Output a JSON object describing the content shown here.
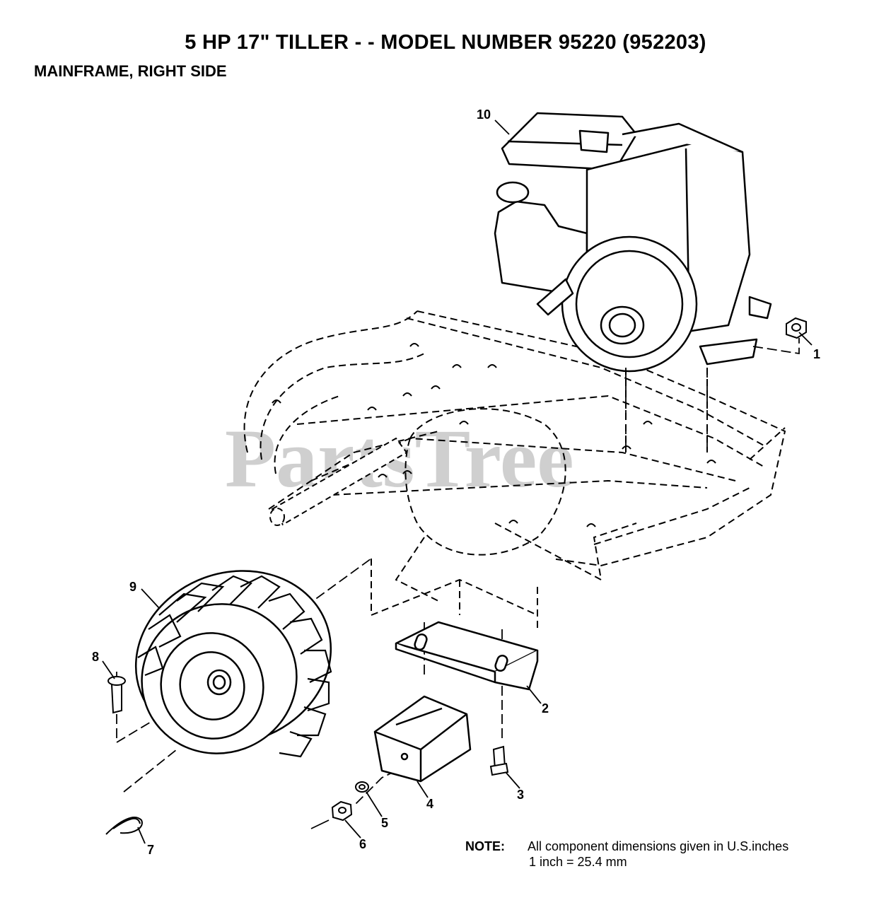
{
  "header": {
    "title": "5 HP 17\" TILLER - - MODEL NUMBER 95220 (952203)",
    "subtitle": "MAINFRAME, RIGHT SIDE"
  },
  "watermark": "PartsTree",
  "callouts": {
    "c1": "1",
    "c2": "2",
    "c3": "3",
    "c4": "4",
    "c5": "5",
    "c6": "6",
    "c7": "7",
    "c8": "8",
    "c9": "9",
    "c10": "10"
  },
  "note": {
    "label": "NOTE:",
    "line1": "All component dimensions given in U.S.inches",
    "line2": "1 inch = 25.4 mm"
  }
}
